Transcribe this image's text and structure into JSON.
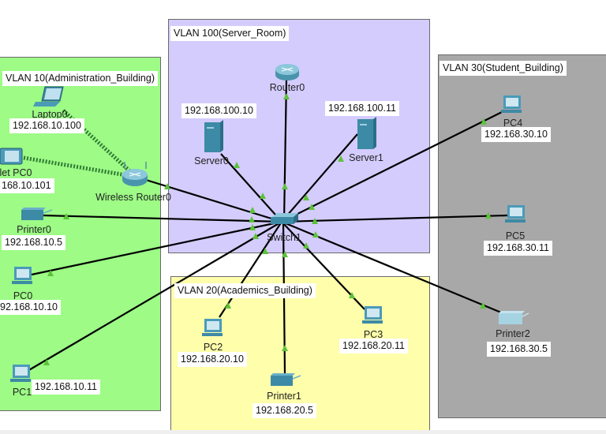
{
  "areas": {
    "vlan10": "VLAN 10(Administration_Building)",
    "vlan100": "VLAN 100(Server_Room)",
    "vlan20": "VLAN 20(Academics_Building)",
    "vlan30": "VLAN 30(Student_Building)"
  },
  "devices": {
    "laptop0": {
      "name": "Laptop0",
      "ip": "192.168.10.100"
    },
    "tabletpc0": {
      "name": "let PC0",
      "ip": "168.10.101"
    },
    "wirelessrouter0": {
      "name": "Wireless Router0"
    },
    "printer0": {
      "name": "Printer0",
      "ip": "192.168.10.5"
    },
    "pc0": {
      "name": "PC0",
      "ip": "92.168.10.10"
    },
    "pc1": {
      "name": "PC1",
      "ip": "192.168.10.11"
    },
    "router0": {
      "name": "Router0"
    },
    "server0": {
      "name": "Server0",
      "ip": "192.168.100.10"
    },
    "server1": {
      "name": "Server1",
      "ip": "192.168.100.11"
    },
    "switch1": {
      "name": "Switch1"
    },
    "pc2": {
      "name": "PC2",
      "ip": "192.168.20.10"
    },
    "pc3": {
      "name": "PC3",
      "ip": "192.168.20.11"
    },
    "printer1": {
      "name": "Printer1",
      "ip": "192.168.20.5"
    },
    "pc4": {
      "name": "PC4",
      "ip": "192.168.30.10"
    },
    "pc5": {
      "name": "PC5",
      "ip": "192.168.30.11"
    },
    "printer2": {
      "name": "Printer2",
      "ip": "192.168.30.5"
    }
  },
  "colors": {
    "vlan10": "#9dfb86",
    "vlan100": "#d4ccfd",
    "vlan20": "#fefeab",
    "vlan30": "#a8a8a8",
    "link": "#000000",
    "link_status_up": "#5cc23a",
    "device_teal": "#3a8fa8"
  }
}
